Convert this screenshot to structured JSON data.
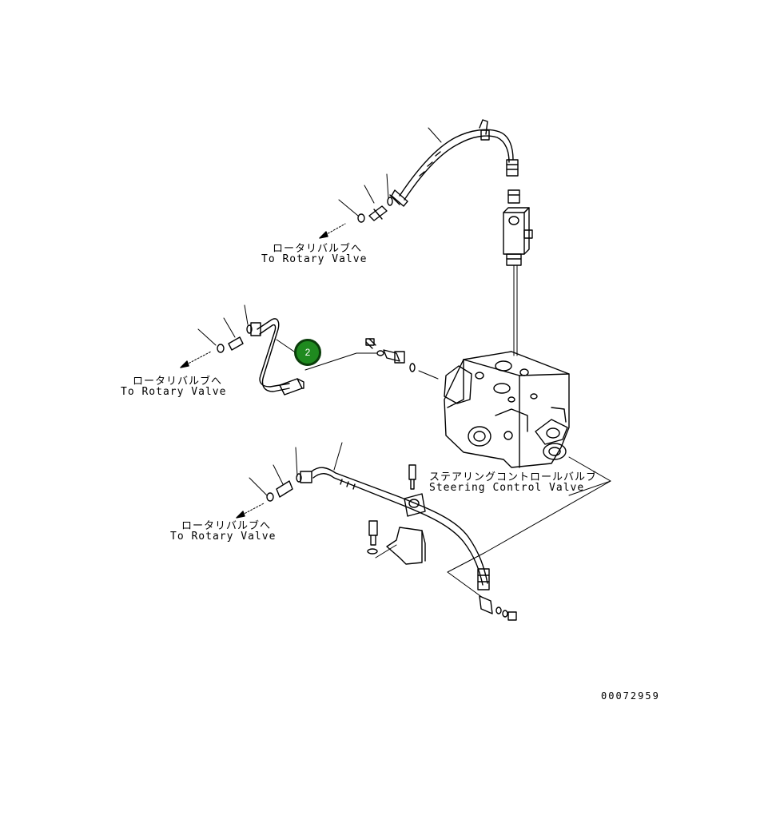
{
  "labels": {
    "rotary_jp_top": "ロータリバルブへ",
    "rotary_en_top": "To Rotary Valve",
    "rotary_jp_mid": "ロータリバルブへ",
    "rotary_en_mid": "To Rotary Valve",
    "rotary_jp_bottom": "ロータリバルブへ",
    "rotary_en_bottom": "To Rotary Valve",
    "steering_jp": "ステアリングコントロールバルブ",
    "steering_en": "Steering Control Valve",
    "drawing_number": "00072959"
  },
  "callout": {
    "number": "2",
    "color": "#1f8a1f"
  },
  "line_color": "#000000"
}
